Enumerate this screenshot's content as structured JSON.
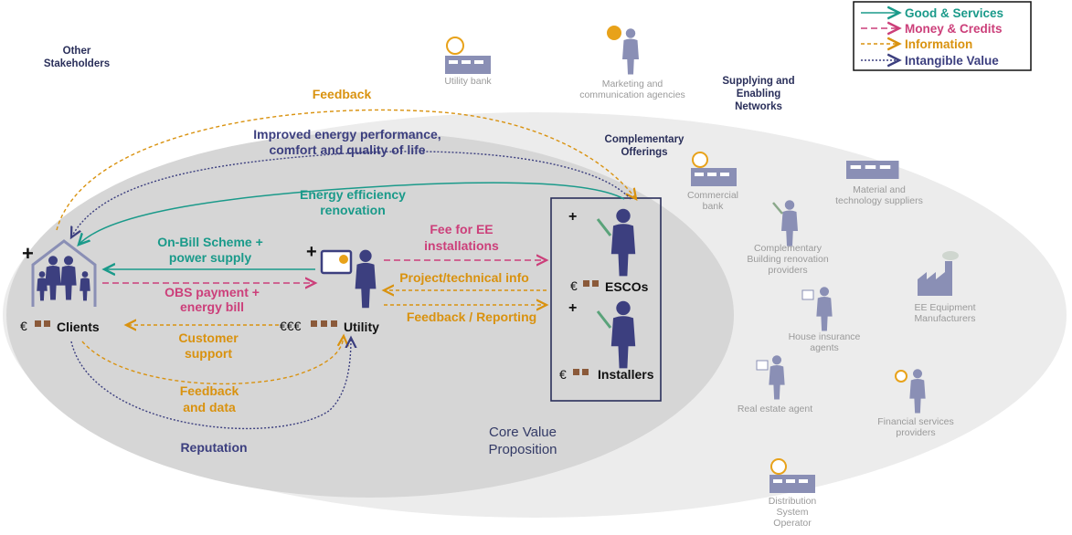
{
  "legend": {
    "goods": "Good & Services",
    "money": "Money & Credits",
    "info": "Information",
    "intangible": "Intangible Value"
  },
  "regions": {
    "other_l1": "Other",
    "other_l2": "Stakeholders",
    "supply_l1": "Supplying and",
    "supply_l2": "Enabling",
    "supply_l3": "Networks",
    "compl_l1": "Complementary",
    "compl_l2": "Offerings",
    "core_l1": "Core Value",
    "core_l2": "Proposition"
  },
  "actors": {
    "clients": "Clients",
    "clients_prefix": "€",
    "utility": "Utility",
    "utility_prefix": "€€€",
    "escos": "ESCOs",
    "escos_prefix": "€",
    "installers": "Installers",
    "installers_prefix": "€",
    "plus": "+"
  },
  "flows": {
    "feedback": "Feedback",
    "improved_l1": "Improved energy performance,",
    "improved_l2": "comfort and quality of life",
    "eer_l1": "Energy efficiency",
    "eer_l2": "renovation",
    "obs_l1": "On-Bill Scheme +",
    "obs_l2": "power supply",
    "fee_l1": "Fee for EE",
    "fee_l2": "installations",
    "project": "Project/technical info",
    "obspay_l1": "OBS payment +",
    "obspay_l2": "energy bill",
    "feedrep": "Feedback / Reporting",
    "support_l1": "Customer",
    "support_l2": "support",
    "fdata_l1": "Feedback",
    "fdata_l2": "and data",
    "reputation": "Reputation"
  },
  "stakeholders": {
    "utility_bank": "Utility bank",
    "marketing_l1": "Marketing and",
    "marketing_l2": "communication agencies",
    "commercial_l1": "Commercial",
    "commercial_l2": "bank",
    "material_l1": "Material and",
    "material_l2": "technology suppliers",
    "compl_reno_l1": "Complementary",
    "compl_reno_l2": "Building renovation",
    "compl_reno_l3": "providers",
    "ee_equip_l1": "EE Equipment",
    "ee_equip_l2": "Manufacturers",
    "house_l1": "House insurance",
    "house_l2": "agents",
    "real_estate": "Real estate agent",
    "financial_l1": "Financial services",
    "financial_l2": "providers",
    "dso_l1": "Distribution",
    "dso_l2": "System",
    "dso_l3": "Operator"
  },
  "colors": {
    "green": "#1a9a8a",
    "pink": "#cc3f7a",
    "orange": "#d9920f",
    "navy": "#3c3f7f",
    "icon": "#8a8fb5"
  }
}
